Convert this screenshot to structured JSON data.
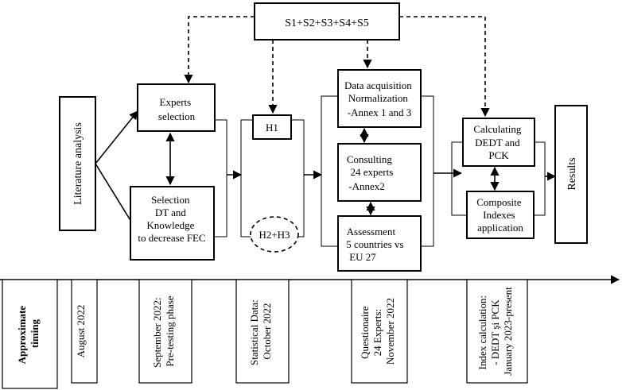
{
  "top_box": "S1+S2+S3+S4+S5",
  "literature": "Literature analysis",
  "experts": [
    "Experts",
    "selection"
  ],
  "selection": [
    "Selection",
    "DT and",
    "Knowledge",
    "to decrease FEC"
  ],
  "h1": "H1",
  "h2h3": "H2+H3",
  "data_acq": [
    "Data acquisition",
    "Normalization",
    "-Annex 1 and 3"
  ],
  "consulting": [
    "Consulting",
    "24 experts",
    "-Annex2"
  ],
  "assessment": [
    "Assessment",
    "5 countries vs",
    "EU 27"
  ],
  "calculating": [
    "Calculating",
    "DEDT and",
    "PCK"
  ],
  "composite": [
    "Composite",
    "Indexes",
    "application"
  ],
  "results": "Results",
  "timeline": [
    [
      "Approximate",
      "timing"
    ],
    [
      "August 2022"
    ],
    [
      "September 2022:",
      "Pre-testing phase"
    ],
    [
      "Statistical Data:",
      "October 2022"
    ],
    [
      "Questionaire",
      "24 Experts:",
      "November 2022"
    ],
    [
      "Index calculation:",
      "- DEDT şi PCK",
      "January 2023-present"
    ]
  ]
}
